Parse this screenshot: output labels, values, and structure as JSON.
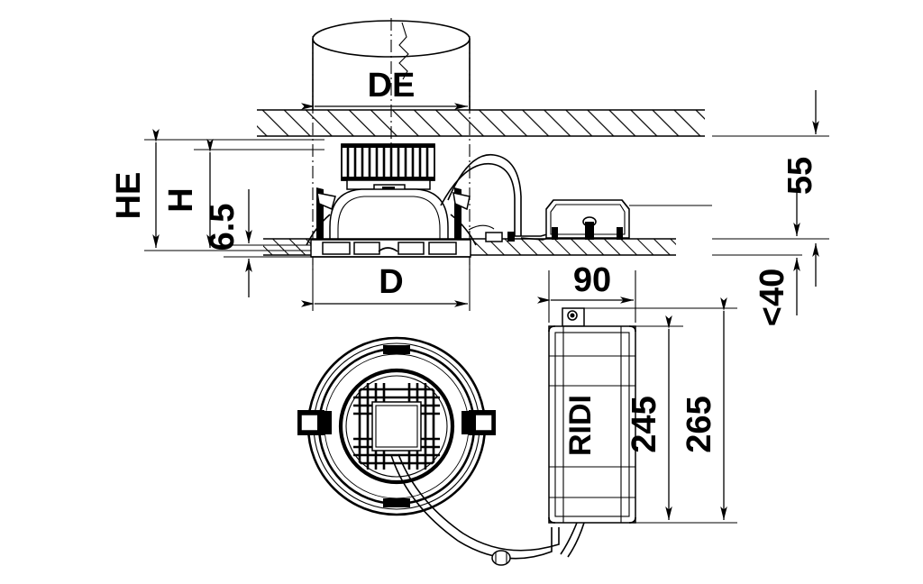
{
  "drawing": {
    "title": "Recessed LED downlight dimension drawing",
    "type": "technical-dimension-drawing",
    "background_color": "#ffffff",
    "line_color": "#000000",
    "views": [
      {
        "name": "section-elevation",
        "label": ""
      },
      {
        "name": "bottom-plan-view",
        "label": ""
      },
      {
        "name": "driver-elevation",
        "label": ""
      }
    ]
  },
  "dimensions": {
    "de": "DE",
    "he": "HE",
    "h": "H",
    "six_five": "6.5",
    "d": "D",
    "fifty_five": "55",
    "less_than_forty": "<40",
    "ninety": "90",
    "two_four_five": "245",
    "two_six_five": "265"
  },
  "driver": {
    "logo_text": "RIDI"
  },
  "chart_data": {
    "type": "table",
    "title": "Recessed downlight dimensions",
    "categories": [
      "DE",
      "HE",
      "H",
      "6.5",
      "D",
      "55",
      "<40",
      "90",
      "245",
      "265"
    ],
    "values": [
      "DE",
      "HE",
      "H",
      "6.5",
      "D",
      "55",
      "<40",
      "90",
      "245",
      "265"
    ],
    "xlabel": "",
    "ylabel": ""
  }
}
